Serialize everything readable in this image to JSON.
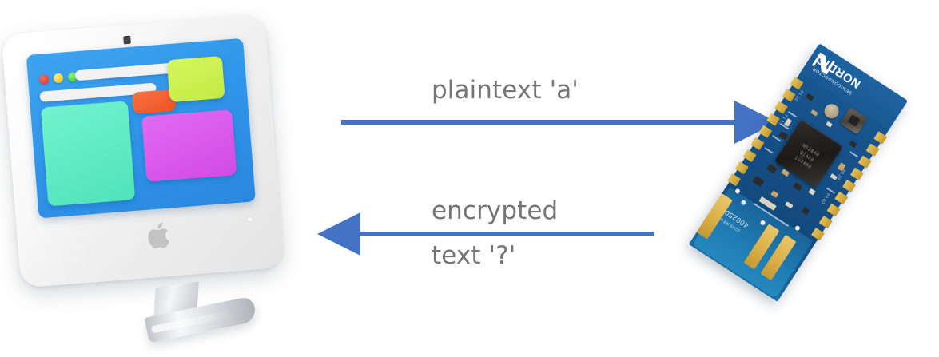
{
  "diagram": {
    "title": "Encrypted communication between computer and Nordic dongle",
    "arrow_color": "#4472c4",
    "label_color": "#757575"
  },
  "labels": {
    "plaintext": "plaintext 'a'",
    "encrypted": "encrypted",
    "ciphertext": "text '?'"
  },
  "computer": {
    "name": "apple-imac",
    "body_color": "#f1f1f1",
    "screen_color": "#2f93e8",
    "traffic_lights": [
      "red",
      "yellow",
      "green"
    ],
    "tiles": [
      {
        "name": "teal-panel",
        "color": "#4fe3ba"
      },
      {
        "name": "orange-panel",
        "color": "#ef5423"
      },
      {
        "name": "lime-panel",
        "color": "#c3ea42"
      },
      {
        "name": "magenta-panel",
        "color": "#d34ae5"
      }
    ],
    "logo": "apple-logo"
  },
  "dongle": {
    "name": "nordic-nrf52840-dongle",
    "brand": "NORDIC",
    "brand_sub": "SEMICONDUCTOR",
    "part_number": "400250",
    "part_revision": "0249 REV",
    "pcb_color": "#17528a",
    "pad_color": "#d9ae46",
    "chip_label_lines": [
      "N52840",
      "QIAA0",
      "1944AB"
    ],
    "silk_marks": [
      "P1.10",
      "P1.13",
      "P0.29",
      "P0.02",
      "A.20",
      "P1.15",
      "GND",
      "VBUS",
      "RESET"
    ]
  }
}
